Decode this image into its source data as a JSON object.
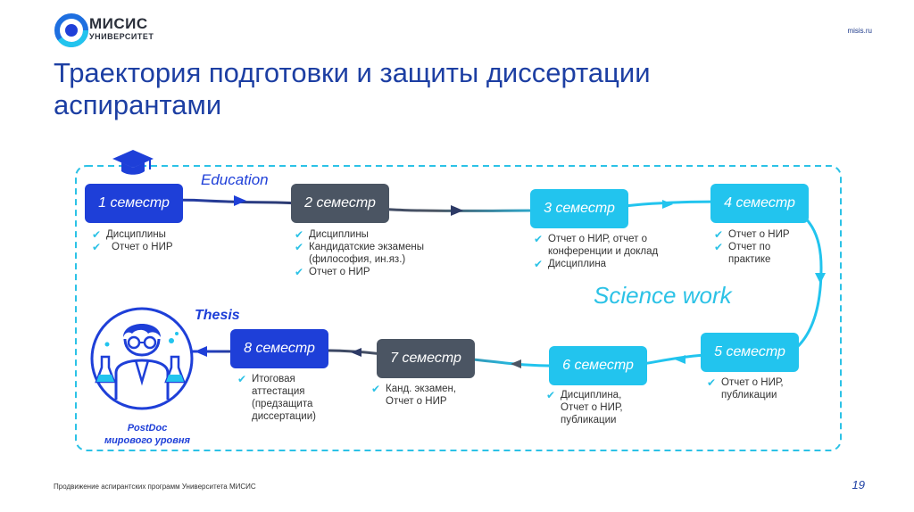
{
  "header": {
    "logo_name": "МИСИС",
    "logo_sub": "УНИВЕРСИТЕТ",
    "site": "misis.ru"
  },
  "title": "Траектория подготовки и защиты диссертации аспирантами",
  "labels": {
    "education": "Education",
    "science_work": "Science work",
    "thesis": "Thesis",
    "postdoc_line1": "PostDoc",
    "postdoc_line2": "мирового уровня"
  },
  "semesters": [
    {
      "label": "1 семестр",
      "items": [
        "Дисциплины",
        "Отчет о НИР"
      ]
    },
    {
      "label": "2 семестр",
      "items": [
        "Дисциплины",
        "Кандидатские экзамены",
        "(философия, ин.яз.)",
        "Отчет о НИР"
      ]
    },
    {
      "label": "3 семестр",
      "items": [
        "Отчет о НИР, отчет о",
        "конференции и доклад",
        "Дисциплина"
      ]
    },
    {
      "label": "4 семестр",
      "items": [
        "Отчет о НИР",
        "Отчет по",
        "практике"
      ]
    },
    {
      "label": "5 семестр",
      "items": [
        "Отчет о НИР,",
        "публикации"
      ]
    },
    {
      "label": "6 семестр",
      "items": [
        "Дисциплина,",
        "Отчет о НИР,",
        "публикации"
      ]
    },
    {
      "label": "7 семестр",
      "items": [
        "Канд. экзамен,",
        "Отчет о НИР"
      ]
    },
    {
      "label": "8 семестр",
      "items": [
        "Итоговая",
        "аттестация",
        "(предзащита",
        "диссертации)"
      ]
    }
  ],
  "colors": {
    "education": "#1e3fd8",
    "mid": "#4b5563",
    "science": "#22c4ee",
    "check": "#2cc2e6",
    "title": "#1d3fa3"
  },
  "icons": [
    "graduation-cap-icon",
    "scientist-icon",
    "checkmark-icon",
    "logo-icon"
  ],
  "footer": {
    "text": "Продвижение аспирантских программ Университета МИСИС",
    "page": "19"
  }
}
